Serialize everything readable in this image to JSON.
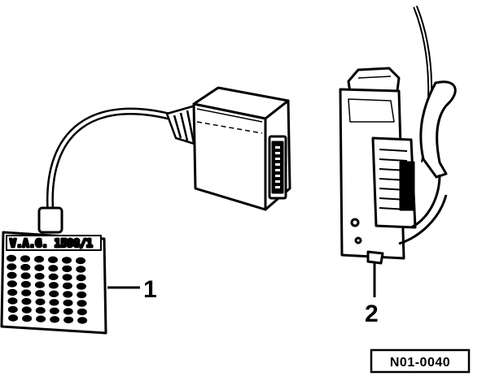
{
  "diagram": {
    "colors": {
      "ink": "#000000",
      "paper": "#ffffff"
    },
    "test_box_label": "V.A.G. 1598/1",
    "callouts": [
      {
        "number": "1",
        "refers_to": "test-box"
      },
      {
        "number": "2",
        "refers_to": "connector"
      }
    ],
    "figure_code": "N01-0040",
    "led_grid": {
      "rows": 8,
      "columns": 6
    }
  }
}
